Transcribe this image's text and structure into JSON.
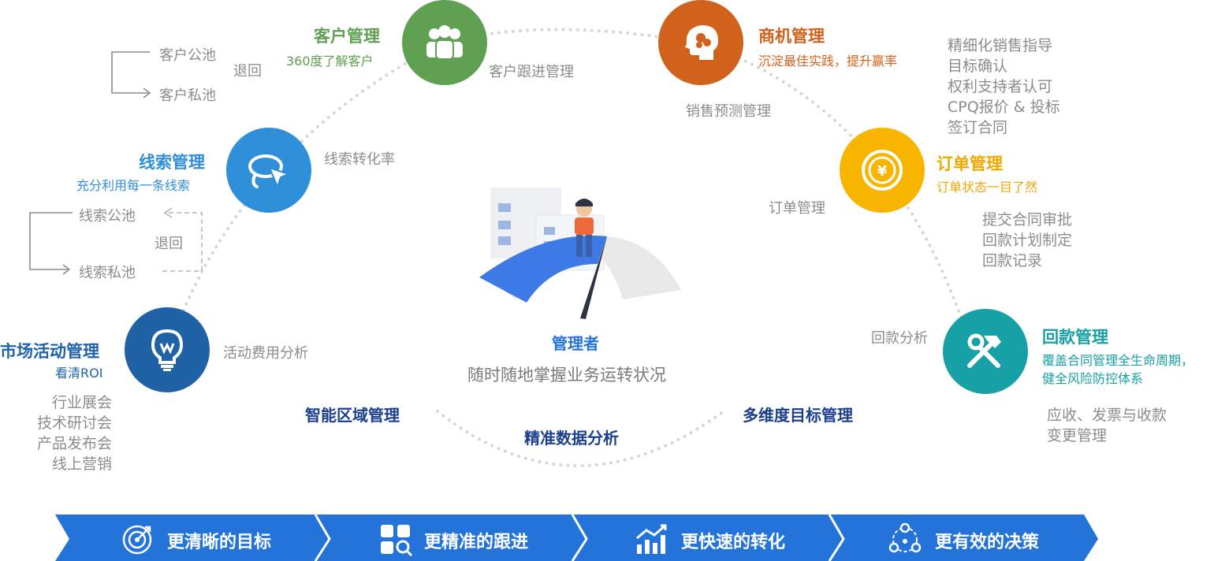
{
  "colors": {
    "customer": "#5fa052",
    "opportunity": "#d0621b",
    "lead": "#2f8fd8",
    "order": "#f7b500",
    "marketing": "#1f63a6",
    "payment": "#17a0a5",
    "banner": "#2473d8",
    "bottom_text": "#1c3f8c",
    "grey_text": "#8c8c8c"
  },
  "customer": {
    "title": "客户管理",
    "subtitle": "360度了解客户",
    "link_label": "客户跟进管理",
    "pool_public": "客户公池",
    "pool_private": "客户私池",
    "return_label": "退回"
  },
  "opportunity": {
    "title": "商机管理",
    "subtitle": "沉淀最佳实践，提升赢率",
    "link_label": "销售预测管理",
    "steps": [
      "精细化销售指导",
      "目标确认",
      "权利支持者认可",
      "CPQ报价 & 投标",
      "签订合同"
    ]
  },
  "lead": {
    "title": "线索管理",
    "subtitle": "充分利用每一条线索",
    "link_label": "线索转化率",
    "pool_public": "线索公池",
    "pool_private": "线索私池",
    "return_label": "退回"
  },
  "order": {
    "title": "订单管理",
    "subtitle": "订单状态一目了然",
    "link_label": "订单管理",
    "steps": [
      "提交合同审批",
      "回款计划制定",
      "回款记录"
    ]
  },
  "marketing": {
    "title": "市场活动管理",
    "subtitle": "看清ROI",
    "link_label": "活动费用分析",
    "items": [
      "行业展会",
      "技术研讨会",
      "产品发布会",
      "线上营销"
    ]
  },
  "payment": {
    "title": "回款管理",
    "subtitle_line1": "覆盖合同管理全生命周期，",
    "subtitle_line2": "健全风险防控体系",
    "link_label": "回款分析",
    "steps": [
      "应收、发票与收款",
      "变更管理"
    ]
  },
  "center": {
    "title": "管理者",
    "subtitle": "随时随地掌握业务运转状况"
  },
  "bottom": {
    "left": "智能区域管理",
    "middle": "精准数据分析",
    "right": "多维度目标管理"
  },
  "banner": [
    {
      "label": "更清晰的目标",
      "icon": "target-icon"
    },
    {
      "label": "更精准的跟进",
      "icon": "grid-search-icon"
    },
    {
      "label": "更快速的转化",
      "icon": "bar-chart-icon"
    },
    {
      "label": "更有效的决策",
      "icon": "network-icon"
    }
  ]
}
